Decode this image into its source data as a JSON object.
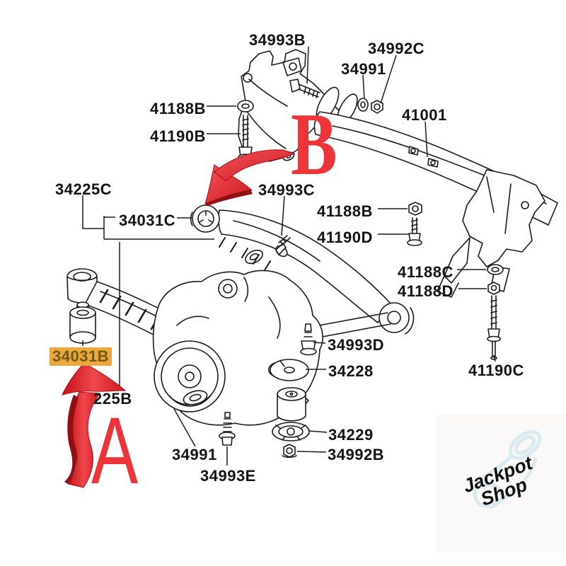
{
  "diagram": {
    "type": "exploded-parts-diagram",
    "subject": "rear suspension crossmember / differential mounting",
    "colors": {
      "line": "#1b1b1b",
      "background": "#ffffff",
      "highlight_background": "#eda73c",
      "highlight_text": "#6f5a12",
      "marker_red": "#ec3439",
      "arrow_red": "#dd1f26",
      "watermark_blue": "#b7e0eb"
    },
    "labels": {
      "l34993B": "34993B",
      "l34992C": "34992C",
      "l34991_top": "34991",
      "l41188B_left": "41188B",
      "l41190B": "41190B",
      "l41001": "41001",
      "l34225C": "34225C",
      "l34031C": "34031C",
      "l34993C": "34993C",
      "l41188B_right": "41188B",
      "l41190D": "41190D",
      "l41188C": "41188C",
      "l41188D": "41188D",
      "l34031B": "34031B",
      "l34225B_partial": "225B",
      "l34993D": "34993D",
      "l34228": "34228",
      "l41190C": "41190C",
      "l34229": "34229",
      "l34992B": "34992B",
      "l34991_bottom": "34991",
      "l34993E": "34993E"
    },
    "markers": {
      "a": "A",
      "b": "B"
    }
  },
  "watermark": {
    "line1": "Jackpot",
    "line2": "Shop"
  }
}
